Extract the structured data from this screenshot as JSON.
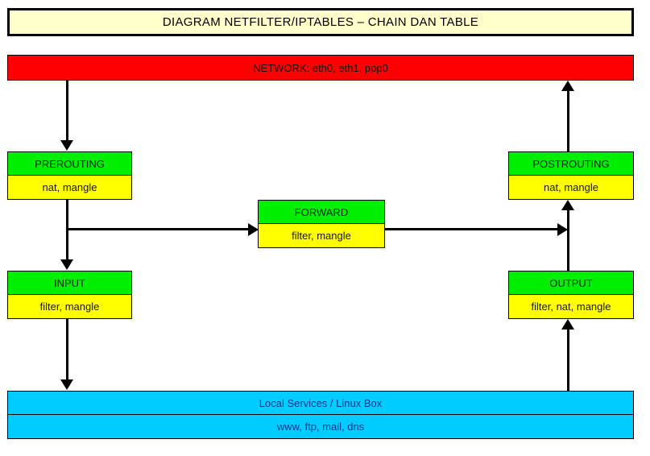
{
  "title": {
    "text": "DIAGRAM NETFILTER/IPTABLES – CHAIN DAN TABLE"
  },
  "network": {
    "label": "NETWORK: eth0, eth1, ppp0",
    "color": "#ff0000"
  },
  "chains": [
    {
      "id": "prerouting",
      "name": "PREROUTING",
      "tables": "nat, mangle",
      "head_color": "#00ee00",
      "tables_color": "#ffff00"
    },
    {
      "id": "postrouting",
      "name": "POSTROUTING",
      "tables": "nat, mangle",
      "head_color": "#00ee00",
      "tables_color": "#ffff00"
    },
    {
      "id": "forward",
      "name": "FORWARD",
      "tables": "filter, mangle",
      "head_color": "#00ee00",
      "tables_color": "#ffff00"
    },
    {
      "id": "input",
      "name": "INPUT",
      "tables": "filter, mangle",
      "head_color": "#00ee00",
      "tables_color": "#ffff00"
    },
    {
      "id": "output",
      "name": "OUTPUT",
      "tables": "filter, nat, mangle",
      "head_color": "#00ee00",
      "tables_color": "#ffff00"
    }
  ],
  "local": {
    "line1": "Local Services / Linux Box",
    "line2": "www, ftp, mail, dns",
    "color": "#00ccff"
  },
  "colors": {
    "title_bg": "#ffffcc",
    "border": "#000000",
    "chain_head": "#00ee00",
    "chain_tables": "#ffff00",
    "network": "#ff0000",
    "local": "#00ccff",
    "local_text": "#003a8c"
  }
}
